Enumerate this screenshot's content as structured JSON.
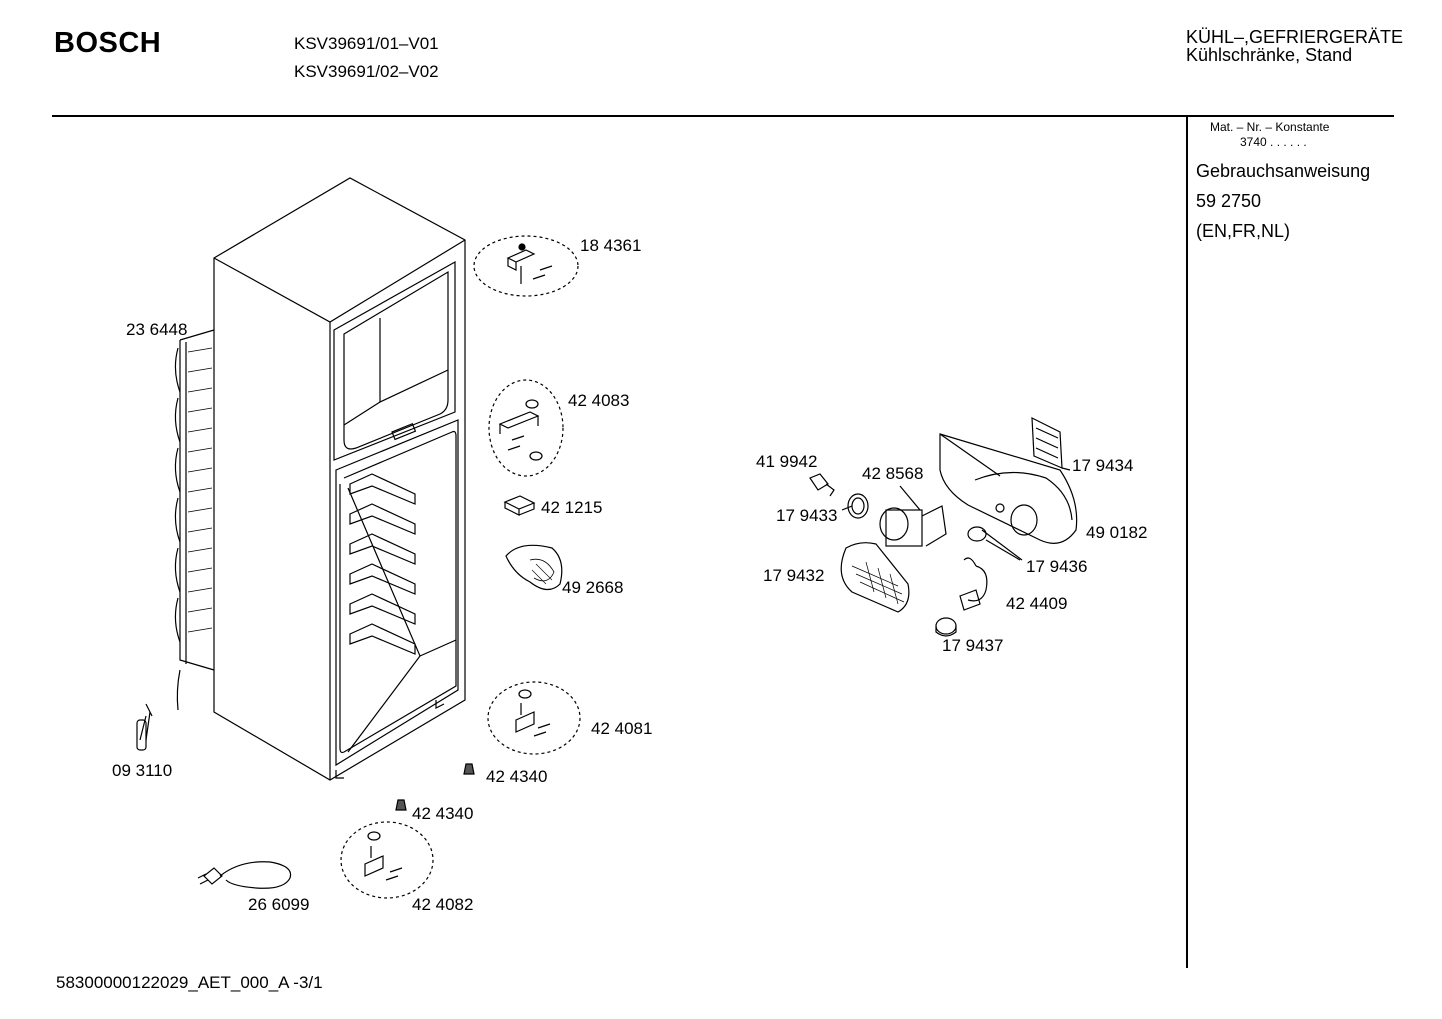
{
  "header": {
    "brand": "BOSCH",
    "models": [
      "KSV39691/01–V01",
      "KSV39691/02–V02"
    ],
    "category": "KÜHL–,GEFRIERGERÄTE",
    "subcategory": "Kühlschränke, Stand"
  },
  "sidebar": {
    "mat_nr_label": "Mat. – Nr. – Konstante",
    "mat_nr_value": "3740  .  .   .  .  .  .",
    "doc_title": "Gebrauchsanweisung",
    "doc_number": "59 2750",
    "languages": "(EN,FR,NL)"
  },
  "parts": [
    {
      "number": "18 4361"
    },
    {
      "number": "23 6448"
    },
    {
      "number": "42 4083"
    },
    {
      "number": "42 1215"
    },
    {
      "number": "49 2668"
    },
    {
      "number": "42 4081"
    },
    {
      "number": "09 3110"
    },
    {
      "number": "42 4340"
    },
    {
      "number": "42 4340"
    },
    {
      "number": "26 6099"
    },
    {
      "number": "42 4082"
    },
    {
      "number": "41 9942"
    },
    {
      "number": "42 8568"
    },
    {
      "number": "17 9433"
    },
    {
      "number": "17 9434"
    },
    {
      "number": "49 0182"
    },
    {
      "number": "17 9432"
    },
    {
      "number": "17 9436"
    },
    {
      "number": "42 4409"
    },
    {
      "number": "17 9437"
    }
  ],
  "footer": {
    "doc_id": "58300000122029_AET_000_A   -3/1"
  }
}
